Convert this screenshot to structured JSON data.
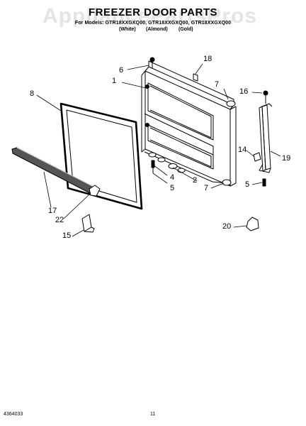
{
  "watermark": "AppliancePartsPros",
  "header": {
    "title": "FREEZER DOOR PARTS",
    "models": "For Models: GTR18XXGXQ00, GTR18XXGXQ00, GTR18XXGXQ00",
    "color_white": "(White)",
    "color_almond": "(Almond)",
    "color_gold": "(Gold)"
  },
  "callouts": {
    "c1": "1",
    "c2": "2",
    "c4": "4",
    "c5a": "5",
    "c5b": "5",
    "c6": "6",
    "c7a": "7",
    "c7b": "7",
    "c8": "8",
    "c14": "14",
    "c15": "15",
    "c16": "16",
    "c17": "17",
    "c18": "18",
    "c19": "19",
    "c20": "20",
    "c22": "22"
  },
  "footer": {
    "doc_number": "4364033",
    "page_number": "11"
  }
}
